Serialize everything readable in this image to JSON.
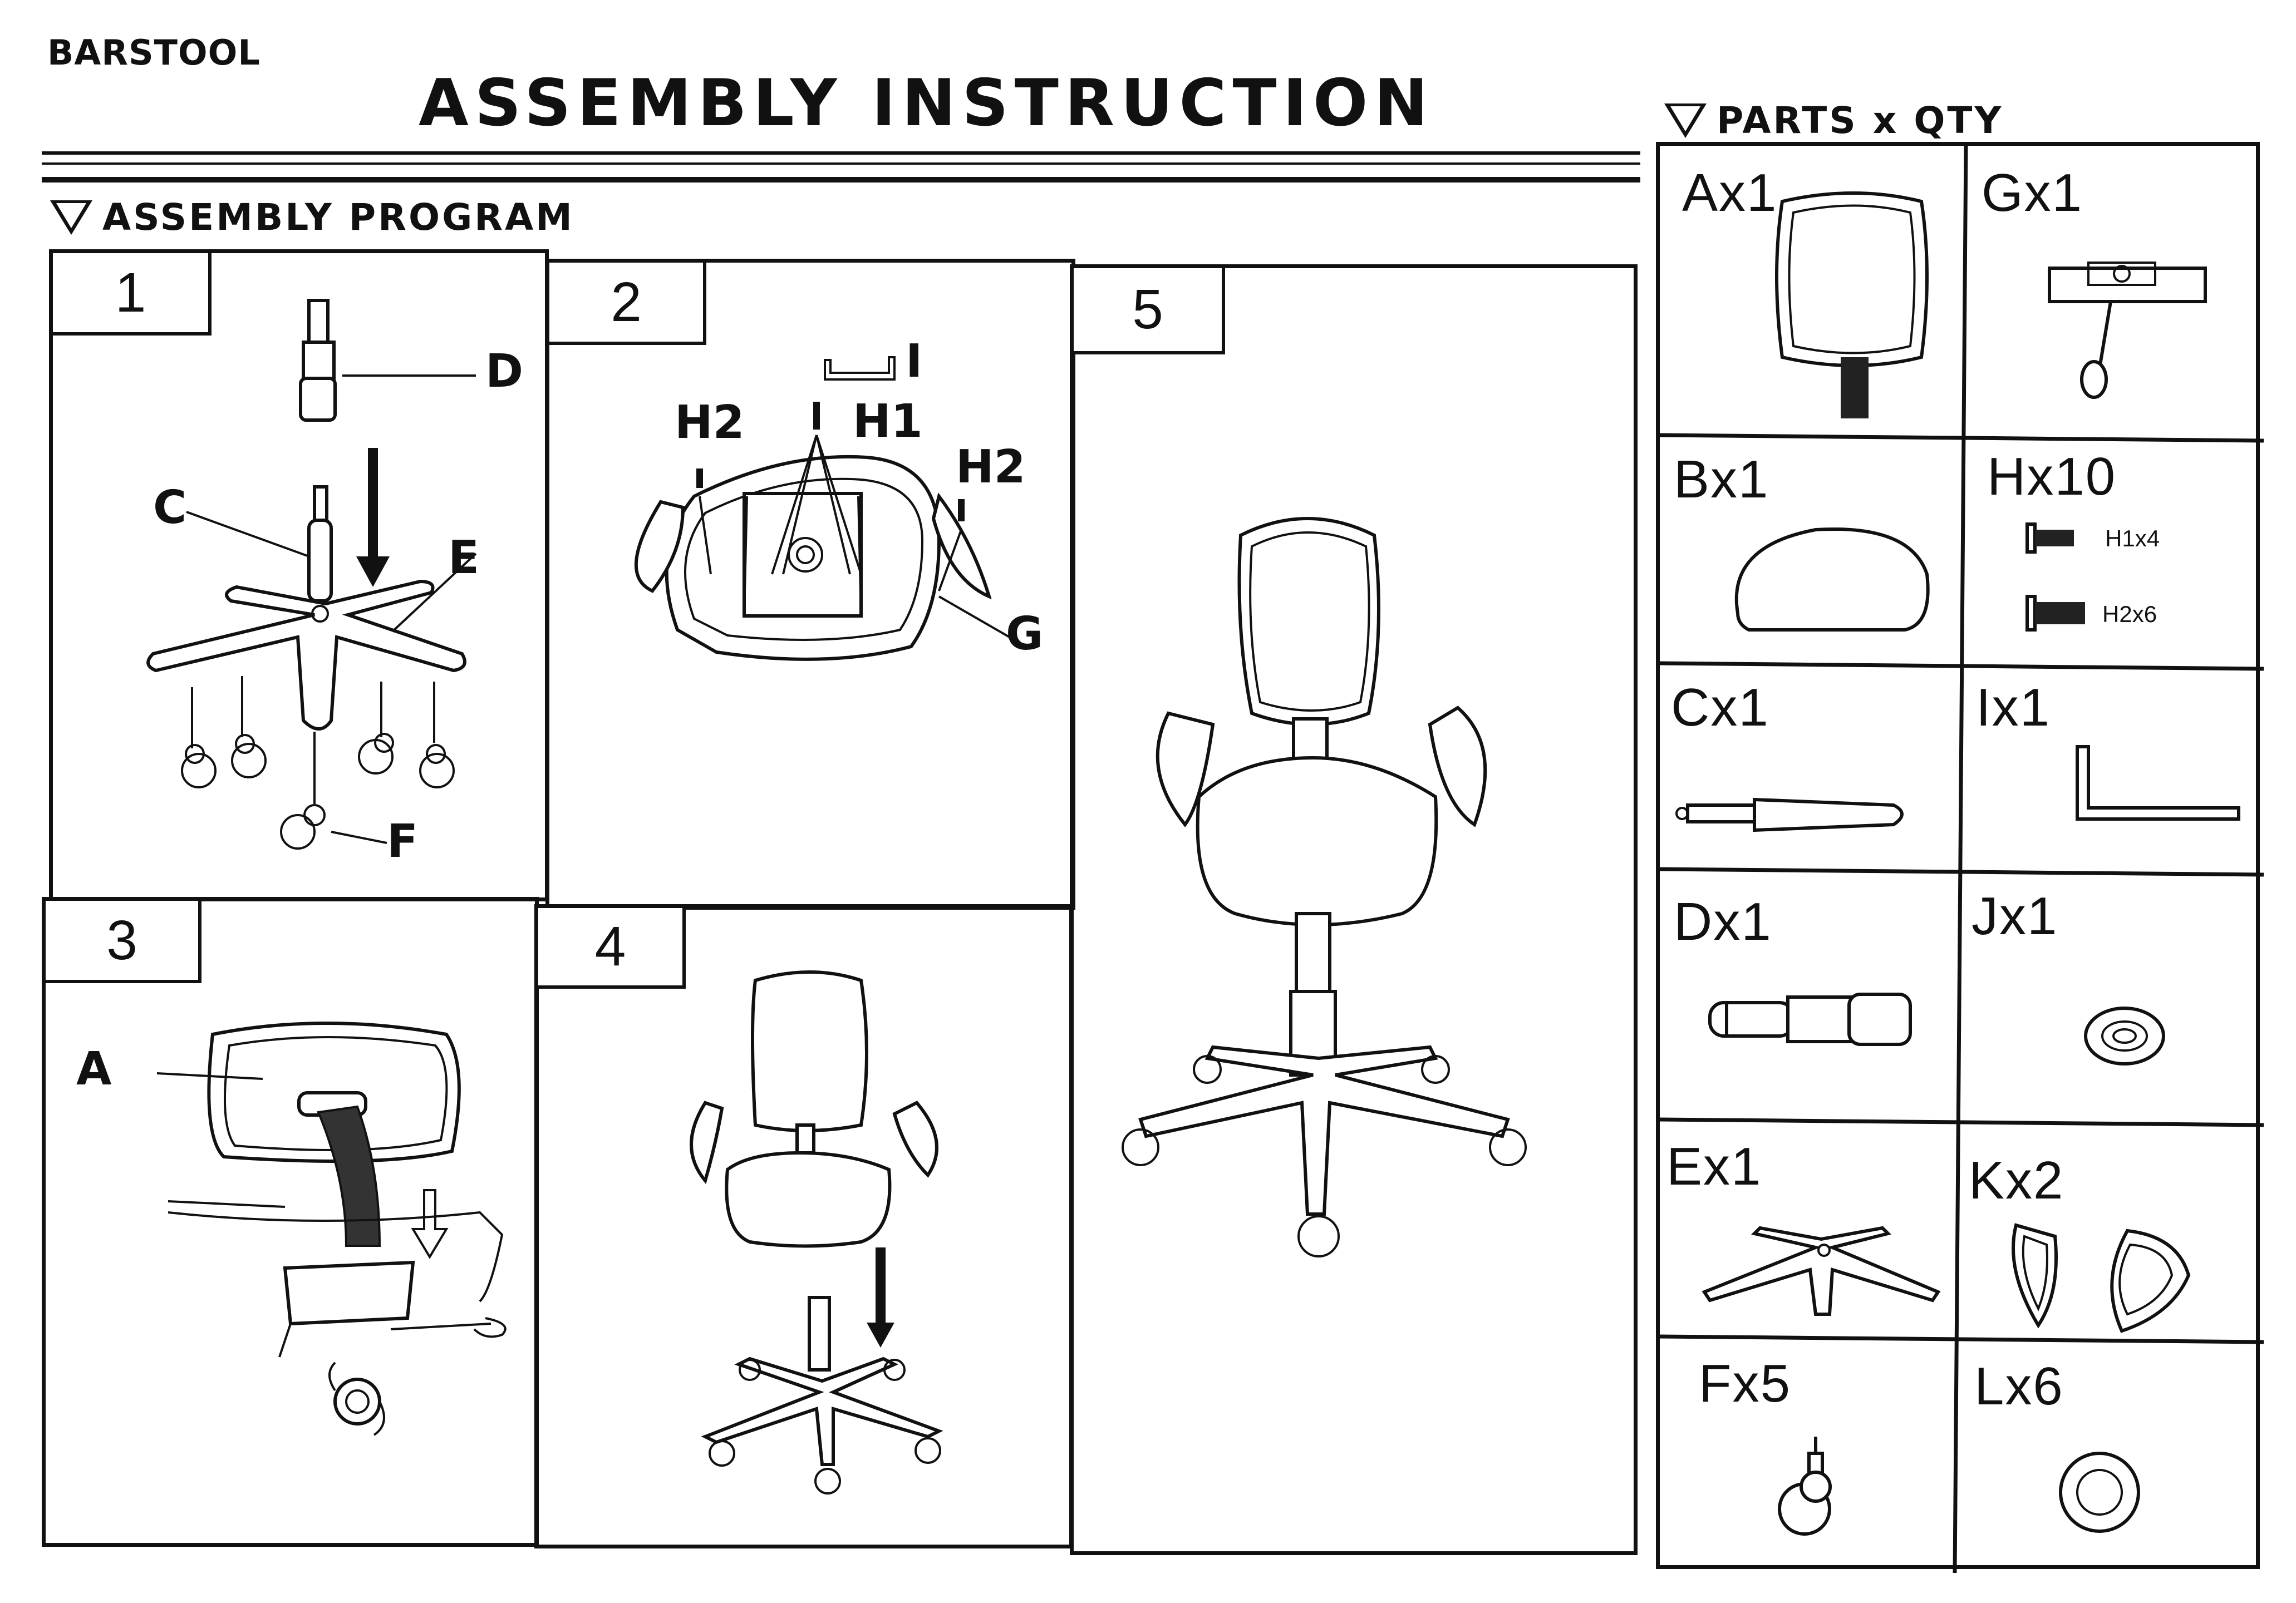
{
  "header": {
    "product_label": "BARSTOOL",
    "title": "ASSEMBLY INSTRUCTION"
  },
  "sections": {
    "program": "ASSEMBLY PROGRAM",
    "parts": "PARTS x QTY"
  },
  "steps": [
    {
      "number": "1",
      "labels": [
        "D",
        "C",
        "E",
        "F"
      ]
    },
    {
      "number": "2",
      "labels": [
        "I",
        "H2",
        "H1",
        "H2",
        "G"
      ]
    },
    {
      "number": "3",
      "labels": [
        "A"
      ]
    },
    {
      "number": "4",
      "labels": []
    },
    {
      "number": "5",
      "labels": []
    }
  ],
  "parts": [
    {
      "label": "Ax1",
      "icon": "backrest-icon"
    },
    {
      "label": "Gx1",
      "icon": "mechanism-plate-icon"
    },
    {
      "label": "Bx1",
      "icon": "seat-icon"
    },
    {
      "label": "Hx10",
      "icon": "bolt-icon",
      "sub": [
        "H1x4",
        "H2x6"
      ]
    },
    {
      "label": "Cx1",
      "icon": "gas-lift-icon"
    },
    {
      "label": "Ix1",
      "icon": "allen-key-icon"
    },
    {
      "label": "Dx1",
      "icon": "cylinder-cover-icon"
    },
    {
      "label": "Jx1",
      "icon": "knob-icon"
    },
    {
      "label": "Ex1",
      "icon": "star-base-icon"
    },
    {
      "label": "Kx2",
      "icon": "armrest-icon"
    },
    {
      "label": "Fx5",
      "icon": "caster-icon"
    },
    {
      "label": "Lx6",
      "icon": "washer-icon"
    }
  ]
}
